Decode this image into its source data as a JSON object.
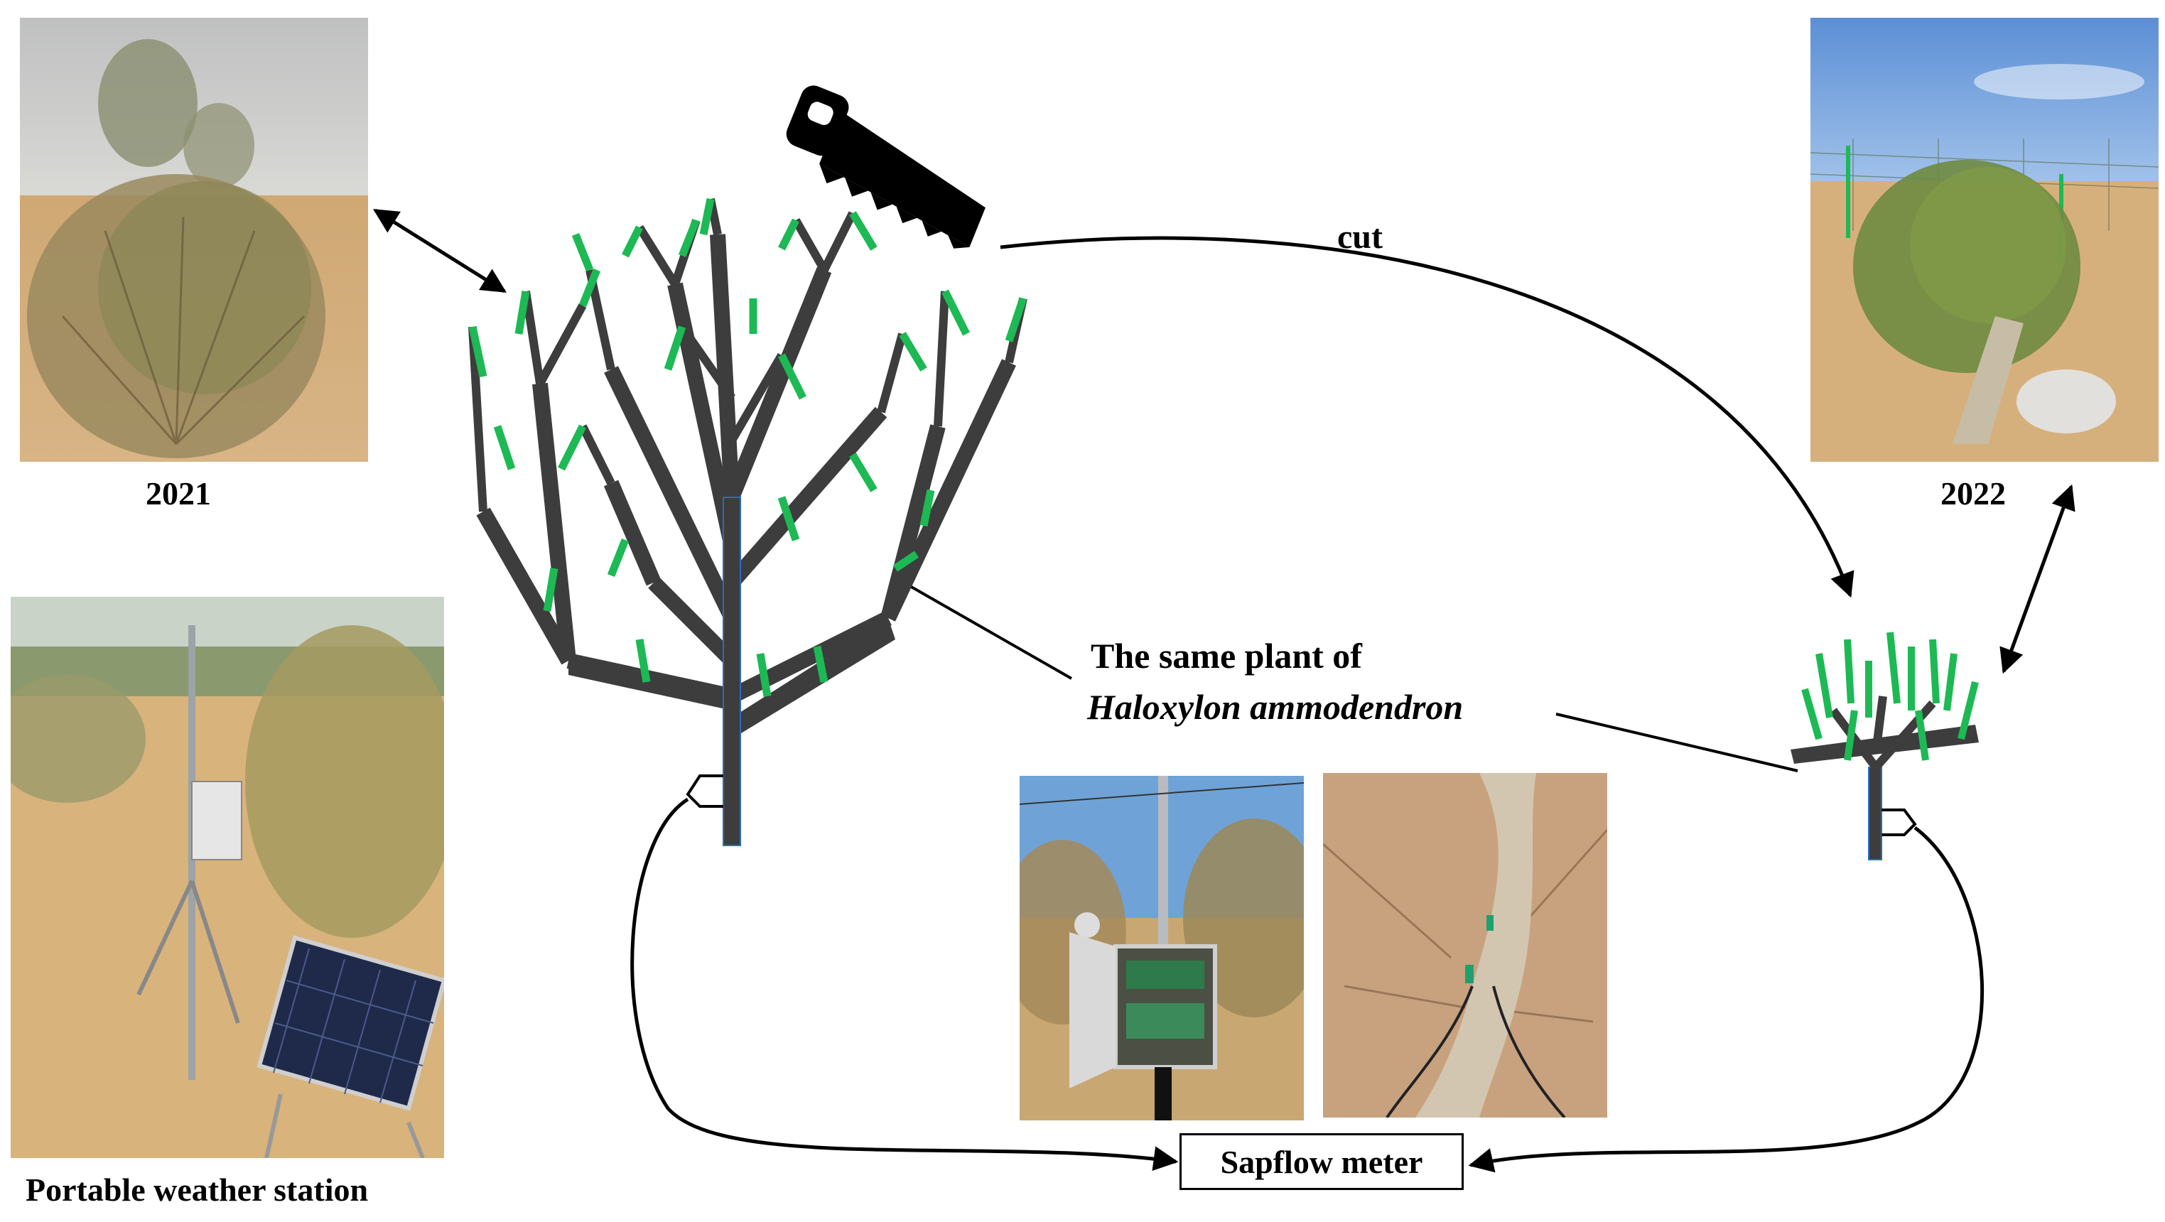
{
  "labels": {
    "year_before": "2021",
    "year_after": "2022",
    "weather_station": "Portable weather station",
    "cut": "cut",
    "plant_line1": "The same plant of",
    "plant_line2": "Haloxylon ammodendron",
    "sapflow": "Sapflow meter"
  },
  "icons": {
    "saw": "saw-icon"
  },
  "colors": {
    "stem": "#3d3d3d",
    "leaf": "#1db954",
    "stem_edge": "#2a6cc4",
    "sand": "#d7b380",
    "sky": "#8ab8e8"
  }
}
